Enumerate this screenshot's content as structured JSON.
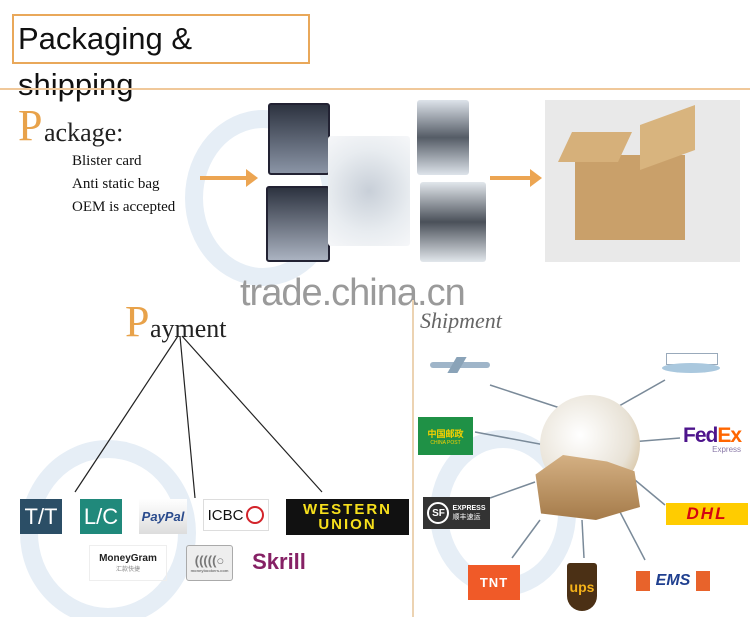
{
  "title": "Packaging & shipping",
  "package": {
    "initial": "P",
    "heading": "ackage:",
    "items": [
      "Blister card",
      "Anti static bag",
      "OEM is accepted"
    ]
  },
  "watermark": "trade.china.cn",
  "payment": {
    "initial": "P",
    "heading": "ayment",
    "methods": [
      "T/T",
      "L/C",
      "PayPal",
      "ICBC",
      "WESTERN",
      "UNION",
      "MoneyGram",
      "汇款快捷",
      "moneybookers.com",
      "Skrill"
    ]
  },
  "shipment": {
    "heading": "Shipment",
    "carriers": {
      "china_post": "中国邮政",
      "china_post_en": "CHINA POST",
      "fedex_a": "Fed",
      "fedex_b": "Ex",
      "fedex_sub": "Express",
      "sf": "SF",
      "sf_text": "EXPRESS",
      "sf_cn": "顺丰速运",
      "dhl": "DHL",
      "tnt": "TNT",
      "ups": "ups",
      "ems": "EMS"
    }
  },
  "colors": {
    "accent": "#e8a24a",
    "tt": "#2b4e66",
    "lc": "#20897b",
    "skrill": "#862165",
    "fedex_purple": "#4d148c",
    "fedex_orange": "#ff6600",
    "dhl": "#ffcc00",
    "dhl_red": "#d40511",
    "tnt": "#f05a28",
    "ups": "#4b3015"
  }
}
